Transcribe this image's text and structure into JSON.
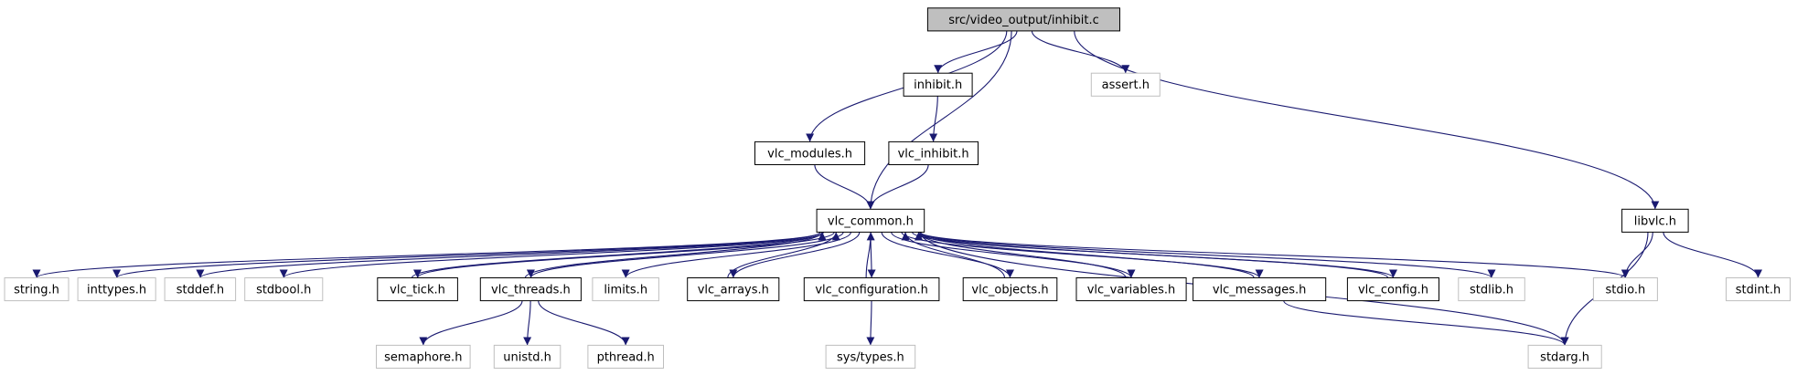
{
  "diagram": {
    "title": "src/video_output/inhibit.c",
    "colors": {
      "edge": "#191970",
      "root_fill": "#bfbfbf",
      "documented_border": "#000000",
      "system_border": "#bfbfbf"
    },
    "nodes": {
      "root": {
        "label": "src/video_output/inhibit.c",
        "kind": "root"
      },
      "inhibit_h": {
        "label": "inhibit.h",
        "kind": "doc"
      },
      "assert_h": {
        "label": "assert.h",
        "kind": "sys"
      },
      "vlc_modules_h": {
        "label": "vlc_modules.h",
        "kind": "doc"
      },
      "vlc_inhibit_h": {
        "label": "vlc_inhibit.h",
        "kind": "doc"
      },
      "vlc_common_h": {
        "label": "vlc_common.h",
        "kind": "doc"
      },
      "libvlc_h": {
        "label": "libvlc.h",
        "kind": "doc"
      },
      "string_h": {
        "label": "string.h",
        "kind": "sys"
      },
      "inttypes_h": {
        "label": "inttypes.h",
        "kind": "sys"
      },
      "stddef_h": {
        "label": "stddef.h",
        "kind": "sys"
      },
      "stdbool_h": {
        "label": "stdbool.h",
        "kind": "sys"
      },
      "vlc_tick_h": {
        "label": "vlc_tick.h",
        "kind": "doc"
      },
      "vlc_threads_h": {
        "label": "vlc_threads.h",
        "kind": "doc"
      },
      "limits_h": {
        "label": "limits.h",
        "kind": "sys"
      },
      "vlc_arrays_h": {
        "label": "vlc_arrays.h",
        "kind": "doc"
      },
      "vlc_configuration_h": {
        "label": "vlc_configuration.h",
        "kind": "doc"
      },
      "vlc_objects_h": {
        "label": "vlc_objects.h",
        "kind": "doc"
      },
      "vlc_variables_h": {
        "label": "vlc_variables.h",
        "kind": "doc"
      },
      "vlc_messages_h": {
        "label": "vlc_messages.h",
        "kind": "doc"
      },
      "vlc_config_h": {
        "label": "vlc_config.h",
        "kind": "doc"
      },
      "stdlib_h": {
        "label": "stdlib.h",
        "kind": "sys"
      },
      "stdio_h": {
        "label": "stdio.h",
        "kind": "sys"
      },
      "stdint_h": {
        "label": "stdint.h",
        "kind": "sys"
      },
      "semaphore_h": {
        "label": "semaphore.h",
        "kind": "sys"
      },
      "unistd_h": {
        "label": "unistd.h",
        "kind": "sys"
      },
      "pthread_h": {
        "label": "pthread.h",
        "kind": "sys"
      },
      "sys_types_h": {
        "label": "sys/types.h",
        "kind": "sys"
      },
      "stdarg_h": {
        "label": "stdarg.h",
        "kind": "sys"
      }
    },
    "edges": [
      [
        "root",
        "vlc_modules_h"
      ],
      [
        "root",
        "inhibit_h"
      ],
      [
        "root",
        "vlc_common_h"
      ],
      [
        "root",
        "assert_h"
      ],
      [
        "root",
        "libvlc_h"
      ],
      [
        "inhibit_h",
        "vlc_inhibit_h"
      ],
      [
        "vlc_modules_h",
        "vlc_common_h"
      ],
      [
        "vlc_inhibit_h",
        "vlc_common_h"
      ],
      [
        "vlc_common_h",
        "string_h"
      ],
      [
        "vlc_common_h",
        "inttypes_h"
      ],
      [
        "vlc_common_h",
        "stddef_h"
      ],
      [
        "vlc_common_h",
        "stdbool_h"
      ],
      [
        "vlc_common_h",
        "vlc_tick_h"
      ],
      [
        "vlc_tick_h",
        "vlc_common_h"
      ],
      [
        "vlc_common_h",
        "vlc_threads_h"
      ],
      [
        "vlc_threads_h",
        "vlc_common_h"
      ],
      [
        "vlc_common_h",
        "limits_h"
      ],
      [
        "vlc_common_h",
        "vlc_arrays_h"
      ],
      [
        "vlc_arrays_h",
        "vlc_common_h"
      ],
      [
        "vlc_common_h",
        "vlc_configuration_h"
      ],
      [
        "vlc_configuration_h",
        "vlc_common_h"
      ],
      [
        "vlc_common_h",
        "vlc_objects_h"
      ],
      [
        "vlc_objects_h",
        "vlc_common_h"
      ],
      [
        "vlc_common_h",
        "vlc_variables_h"
      ],
      [
        "vlc_variables_h",
        "vlc_common_h"
      ],
      [
        "vlc_common_h",
        "vlc_messages_h"
      ],
      [
        "vlc_messages_h",
        "vlc_common_h"
      ],
      [
        "vlc_common_h",
        "vlc_config_h"
      ],
      [
        "vlc_config_h",
        "vlc_common_h"
      ],
      [
        "vlc_common_h",
        "stdlib_h"
      ],
      [
        "vlc_common_h",
        "stdio_h"
      ],
      [
        "vlc_common_h",
        "stdarg_h"
      ],
      [
        "libvlc_h",
        "stdio_h"
      ],
      [
        "libvlc_h",
        "stdint_h"
      ],
      [
        "libvlc_h",
        "stdarg_h"
      ],
      [
        "vlc_threads_h",
        "semaphore_h"
      ],
      [
        "vlc_threads_h",
        "unistd_h"
      ],
      [
        "vlc_threads_h",
        "pthread_h"
      ],
      [
        "vlc_configuration_h",
        "sys_types_h"
      ],
      [
        "vlc_messages_h",
        "stdarg_h"
      ]
    ]
  }
}
